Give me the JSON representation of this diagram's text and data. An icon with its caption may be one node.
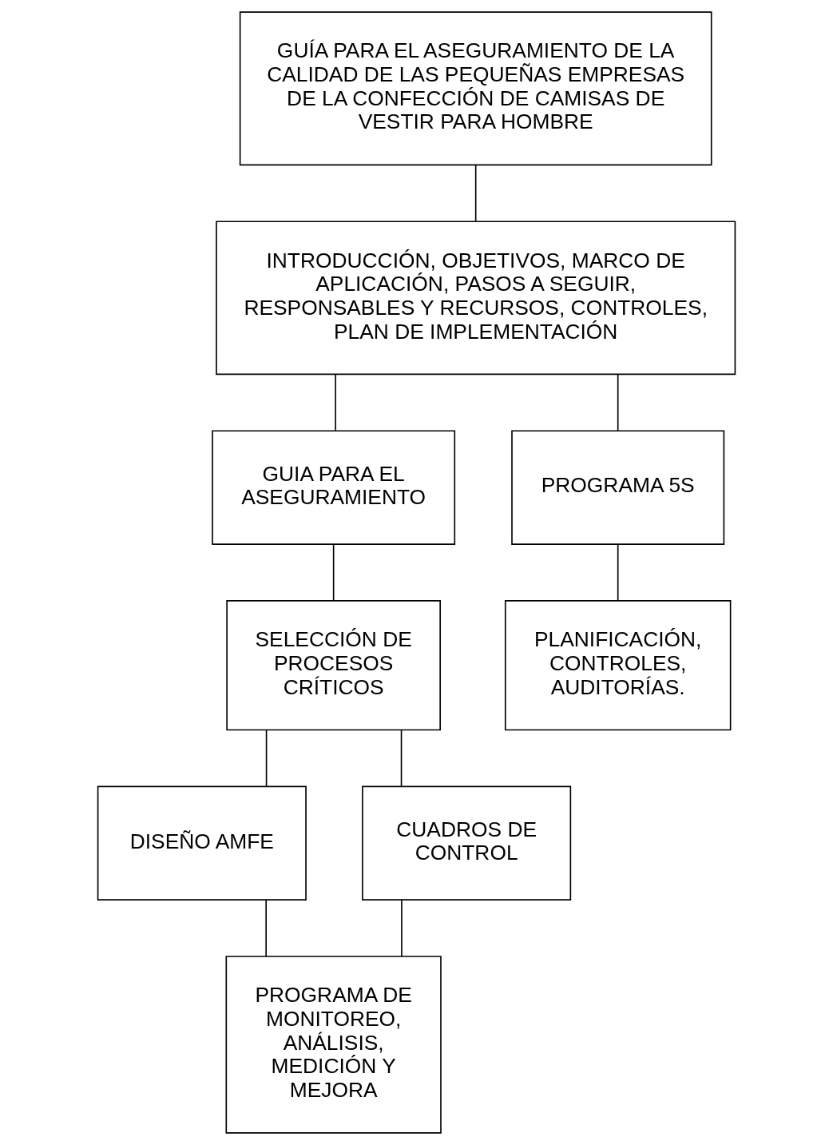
{
  "diagram": {
    "nodes": [
      {
        "text": [
          "GUÍA PARA EL ASEGURAMIENTO DE LA CALIDAD DE LAS PEQUEÑAS EMPRESAS DE LA CONFECCIÓN DE CAMISAS DE VESTIR PARA HOMBRE"
        ]
      },
      {
        "text": [
          "INTRODUCCIÓN, OBJETIVOS, MARCO DE APLICACIÓN, PASOS A SEGUIR, RESPONSABLES Y RECURSOS, CONTROLES, PLAN DE IMPLEMENTACIÓN"
        ]
      },
      {
        "text": [
          "GUIA PARA EL ASEGURAMIENTO"
        ]
      },
      {
        "text": [
          "PROGRAMA 5S"
        ]
      },
      {
        "text": [
          "SELECCIÓN DE PROCESOS CRÍTICOS"
        ]
      },
      {
        "text": [
          "PLANIFICACIÓN, CONTROLES, AUDITORÍAS."
        ]
      },
      {
        "text": [
          "DISEÑO AMFE"
        ]
      },
      {
        "text": [
          "CUADROS DE CONTROL"
        ]
      },
      {
        "text": [
          "PROGRAMA DE MONITOREO, ANÁLISIS, MEDICIÓN Y MEJORA"
        ]
      }
    ],
    "edges": [
      {
        "from": 0,
        "to": 1,
        "arrow": "none"
      },
      {
        "from": 1,
        "to": 2,
        "arrow": "none"
      },
      {
        "from": 1,
        "to": 3,
        "arrow": "none"
      },
      {
        "from": 2,
        "to": 4,
        "arrow": "none"
      },
      {
        "from": 3,
        "to": 5,
        "arrow": "none"
      },
      {
        "from": 4,
        "to": 6,
        "arrow": "none"
      },
      {
        "from": 4,
        "to": 7,
        "arrow": "none"
      },
      {
        "from": 6,
        "to": 8,
        "arrow": "none"
      },
      {
        "from": 7,
        "to": 8,
        "arrow": "none"
      }
    ]
  }
}
